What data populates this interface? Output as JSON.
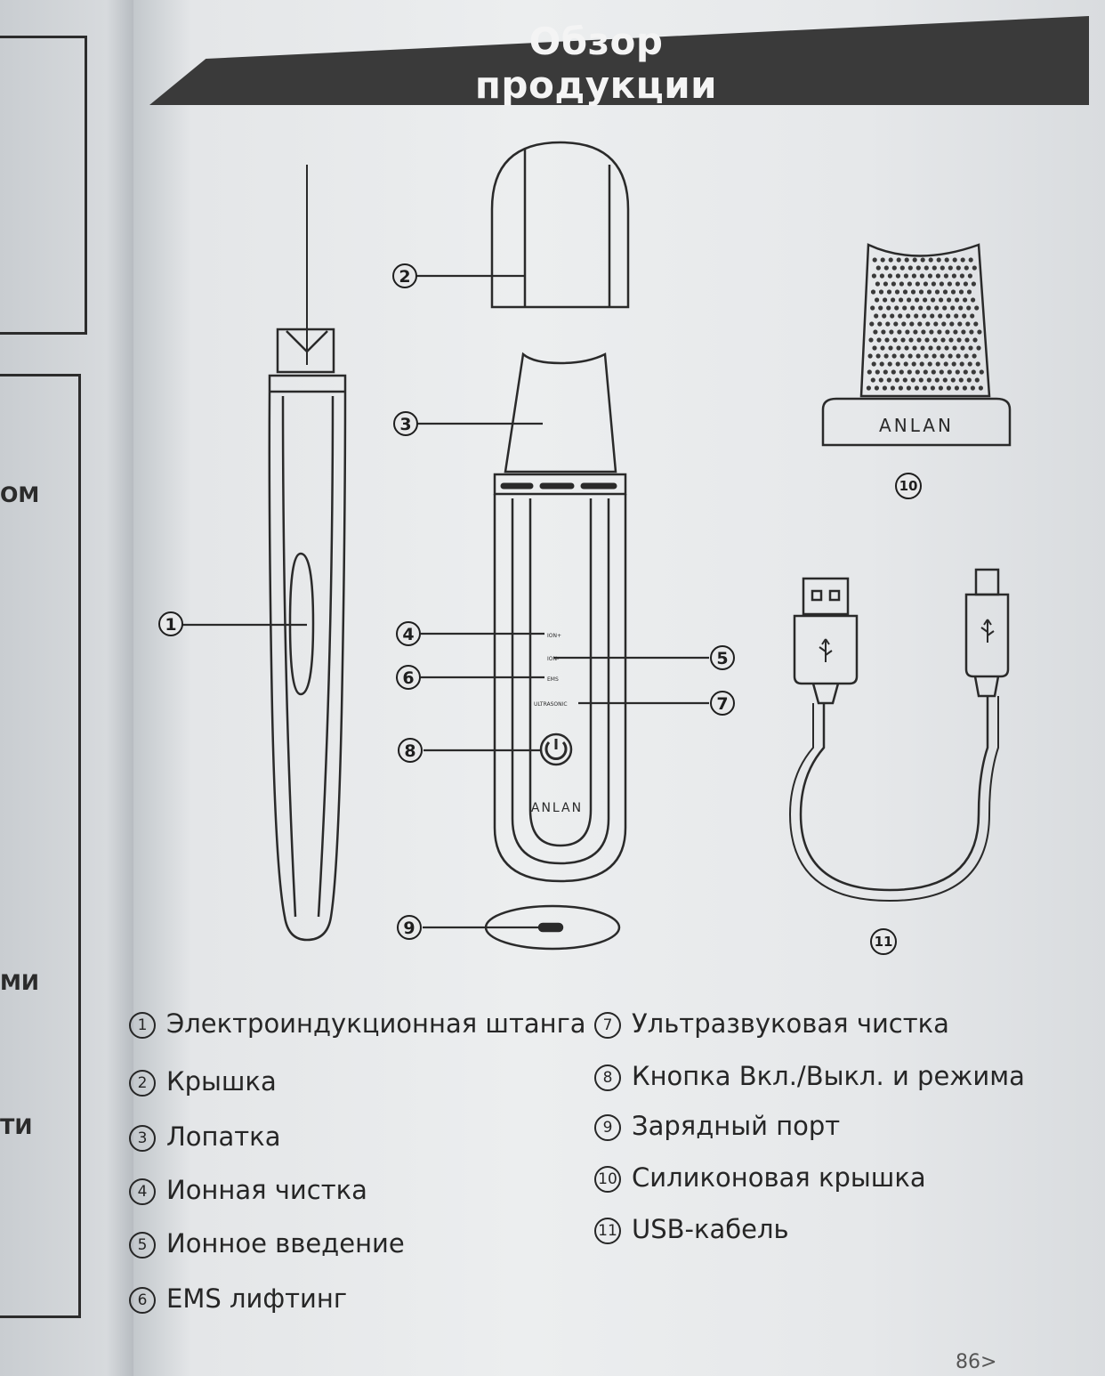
{
  "left_page": {
    "fragments": [
      "ОМ",
      "МИ",
      "ТИ"
    ]
  },
  "page": {
    "title": "Обзор продукции",
    "page_number": "86>"
  },
  "diagram": {
    "callouts": [
      "1",
      "2",
      "3",
      "4",
      "5",
      "6",
      "7",
      "8",
      "9",
      "10",
      "11"
    ],
    "brand": "ANLAN",
    "button_labels": [
      "ION+",
      "ION-",
      "EMS",
      "ULTRASONIC"
    ]
  },
  "legend_left": [
    {
      "num": "1",
      "label": "Электроиндукционная штанга"
    },
    {
      "num": "2",
      "label": "Крышка"
    },
    {
      "num": "3",
      "label": "Лопатка"
    },
    {
      "num": "4",
      "label": "Ионная чистка"
    },
    {
      "num": "5",
      "label": "Ионное введение"
    },
    {
      "num": "6",
      "label": "EMS лифтинг"
    }
  ],
  "legend_right": [
    {
      "num": "7",
      "label": "Ультразвуковая чистка"
    },
    {
      "num": "8",
      "label": "Кнопка Вкл./Выкл. и режима"
    },
    {
      "num": "9",
      "label": "Зарядный порт"
    },
    {
      "num": "10",
      "label": "Силиконовая крышка"
    },
    {
      "num": "11",
      "label": "USB-кабель"
    }
  ]
}
